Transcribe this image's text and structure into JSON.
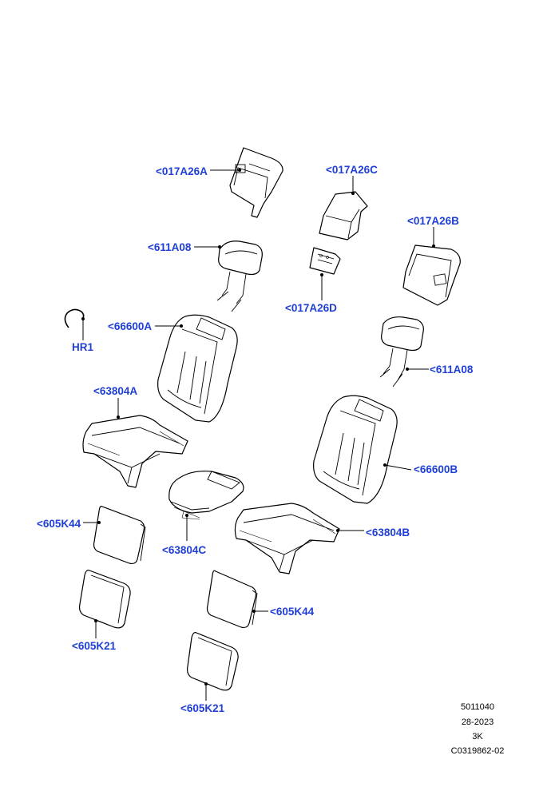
{
  "callouts": {
    "c017A26A": "<017A26A",
    "c017A26C": "<017A26C",
    "c017A26B": "<017A26B",
    "c017A26D": "<017A26D",
    "c611A08_left": "<611A08",
    "c611A08_right": "<611A08",
    "hr1": "HR1",
    "c66600A": "<66600A",
    "c66600B": "<66600B",
    "c63804A": "<63804A",
    "c63804B": "<63804B",
    "c63804C": "<63804C",
    "c605K44_left": "<605K44",
    "c605K44_right": "<605K44",
    "c605K21_left": "<605K21",
    "c605K21_right": "<605K21"
  },
  "footer": {
    "line1": "5011040",
    "line2": "28-2023",
    "line3": "3K",
    "line4": "C0319862-02"
  },
  "colors": {
    "callout": "#1f3fd6",
    "line": "#000000",
    "background": "#ffffff"
  }
}
